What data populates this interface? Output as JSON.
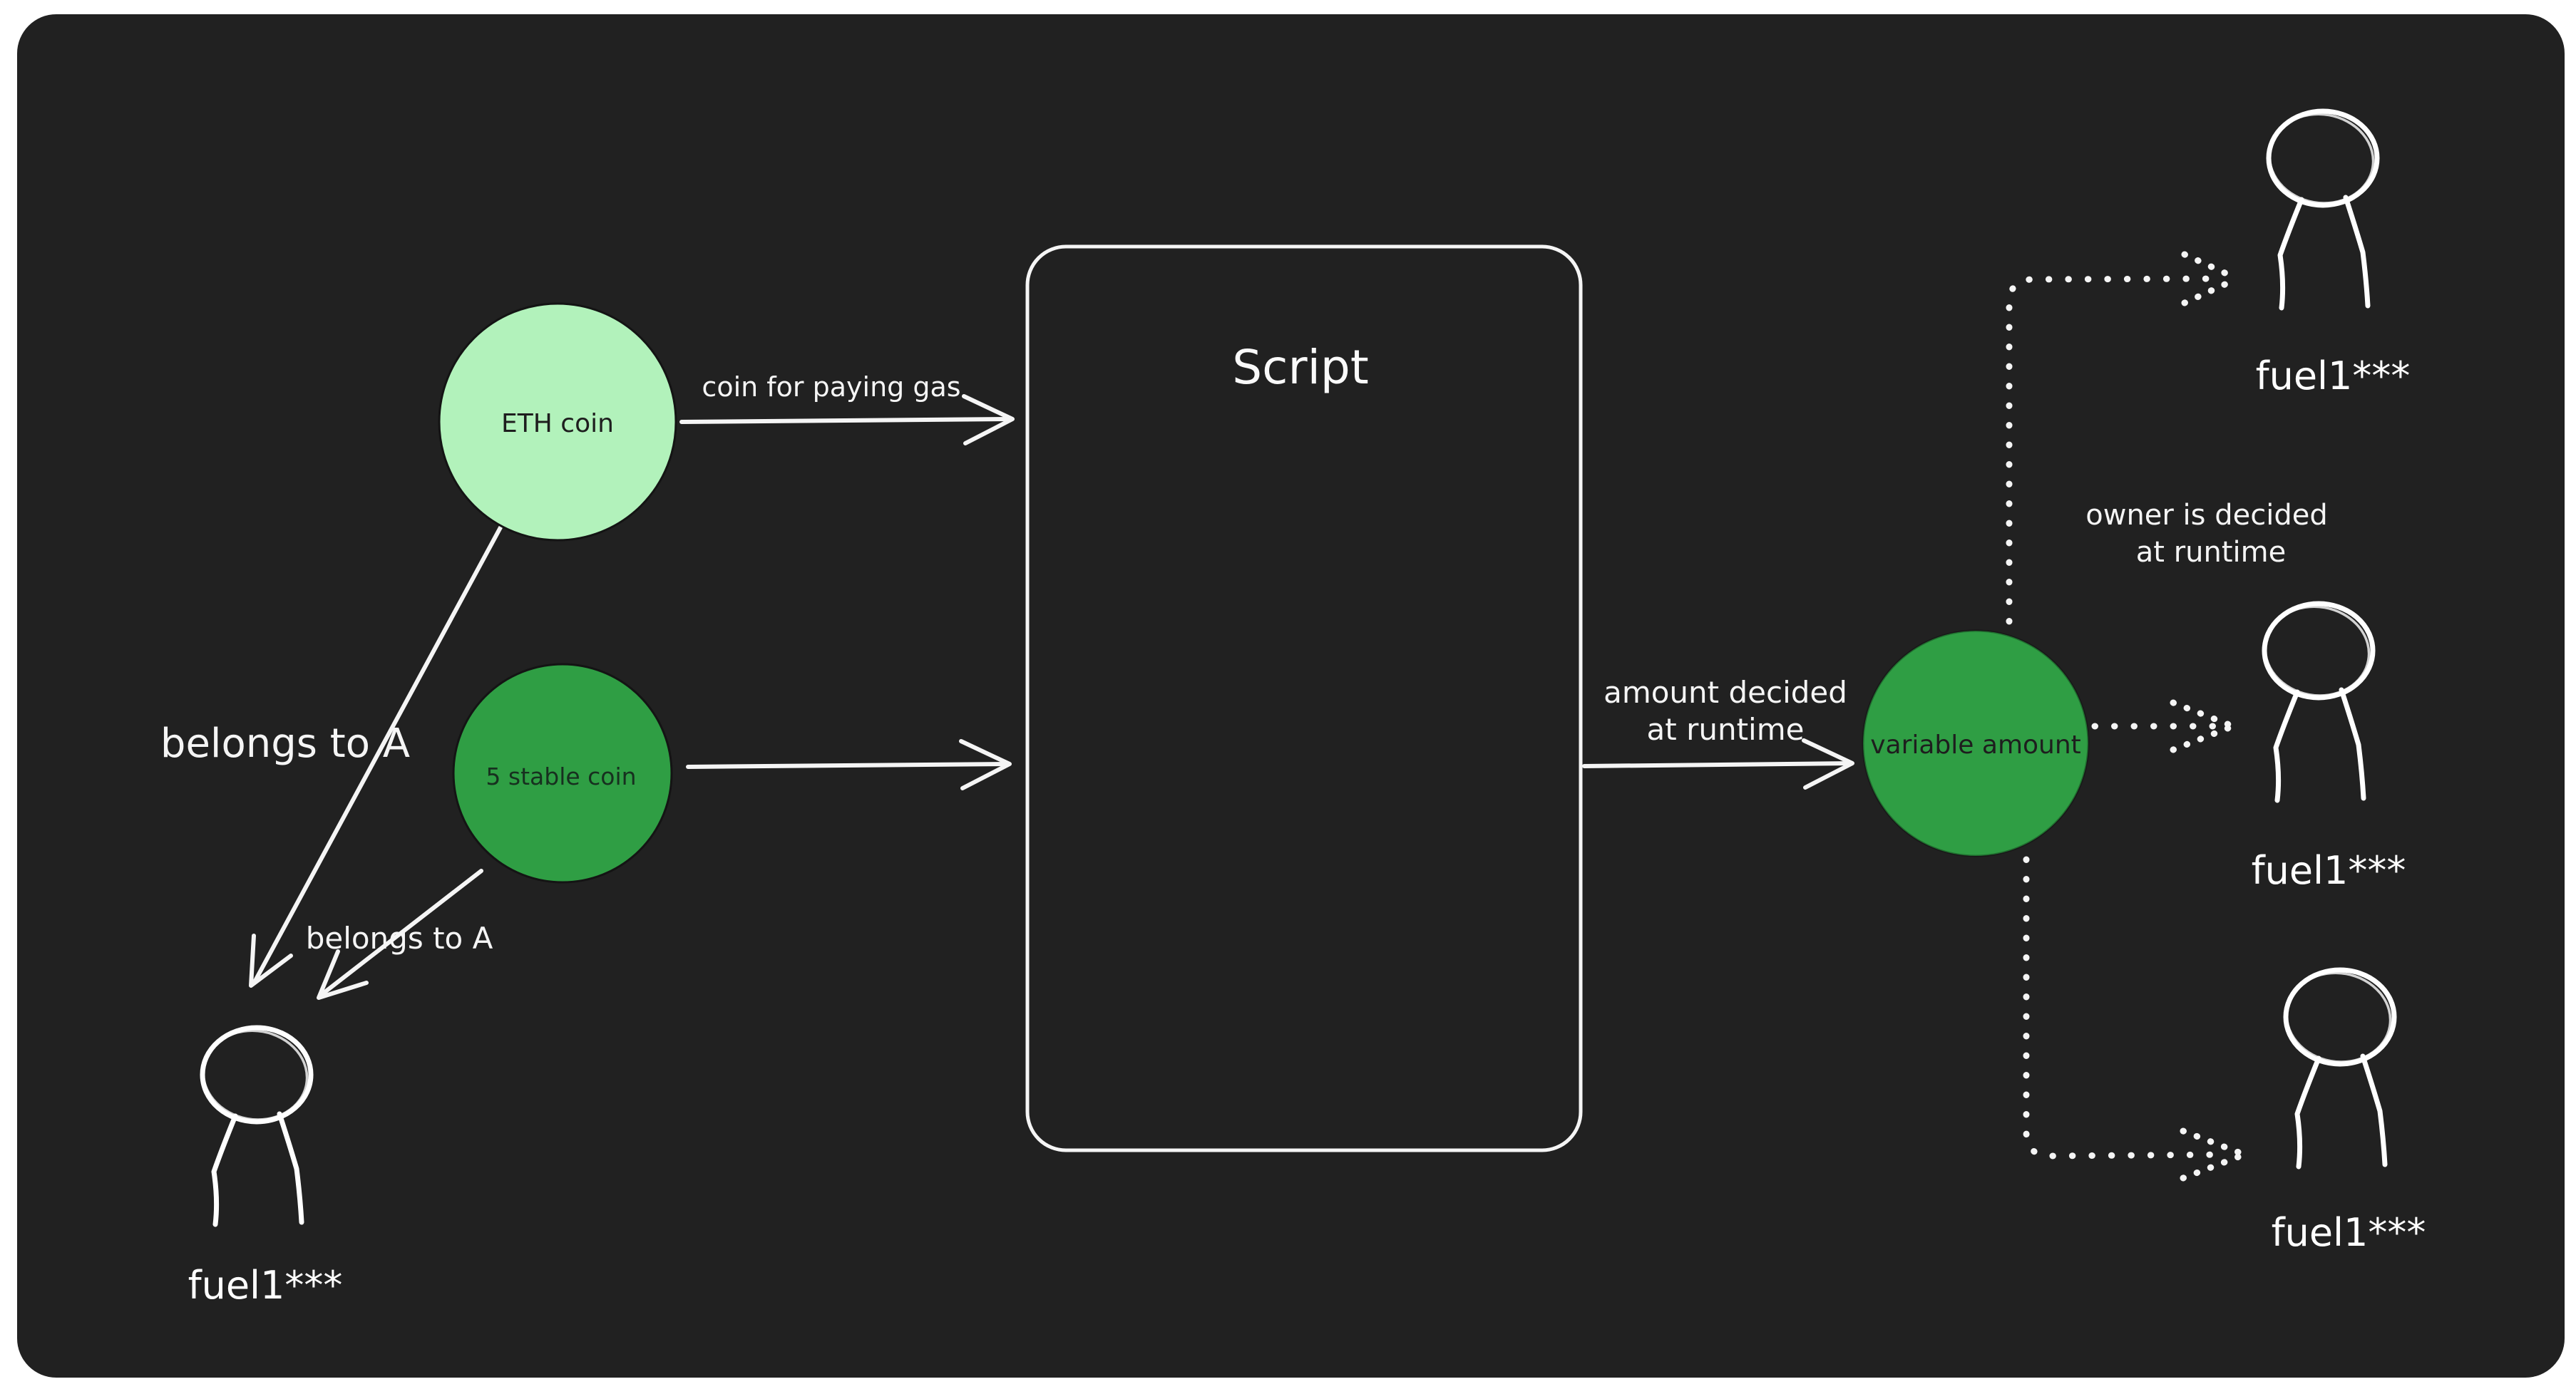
{
  "canvas": {
    "page_background": "#ffffff",
    "panel_color": "#212121"
  },
  "nodes": {
    "eth_coin": {
      "label": "ETH coin",
      "fill": "#b2f2bb",
      "text_color": "#1e1e1e"
    },
    "stable_coin": {
      "label": "5 stable coin",
      "fill": "#2f9e44",
      "text_color": "#17301f"
    },
    "script": {
      "label": "Script"
    },
    "variable_amount": {
      "label": "variable amount",
      "fill": "#2f9e44",
      "text_color": "#1e1e1e"
    }
  },
  "labels": {
    "gas": "coin for paying gas",
    "belongs_big": "belongs to A",
    "belongs_small": "belongs to A",
    "amount_line1": "amount decided",
    "amount_line2": "at runtime",
    "owner_line1": "owner is decided",
    "owner_line2": "at runtime"
  },
  "wallets": {
    "left": {
      "label": "fuel1***"
    },
    "right_top": {
      "label": "fuel1***"
    },
    "right_middle": {
      "label": "fuel1***"
    },
    "right_bottom": {
      "label": "fuel1***"
    }
  }
}
